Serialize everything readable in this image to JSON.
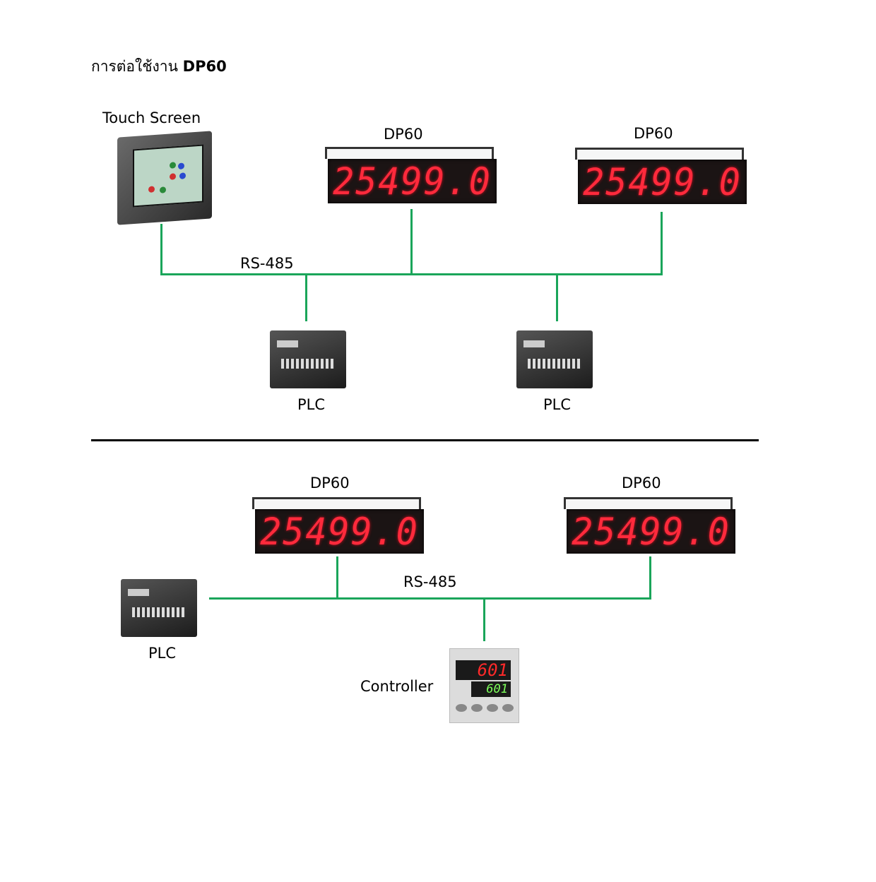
{
  "title": {
    "thai": "การต่อใช้งาน",
    "model": "DP60"
  },
  "top_section": {
    "touch_screen_label": "Touch Screen",
    "display_labels": [
      "DP60",
      "DP60"
    ],
    "display_readings": [
      "25499.0",
      "25499.0"
    ],
    "bus_label": "RS-485",
    "plc_labels": [
      "PLC",
      "PLC"
    ]
  },
  "bottom_section": {
    "display_labels": [
      "DP60",
      "DP60"
    ],
    "display_readings": [
      "25499.0",
      "25499.0"
    ],
    "bus_label": "RS-485",
    "plc_label": "PLC",
    "controller_label": "Controller",
    "controller_pv": "601",
    "controller_sv": "601"
  },
  "colors": {
    "bus_line": "#1aa55a",
    "digit": "#ff2a3c"
  }
}
